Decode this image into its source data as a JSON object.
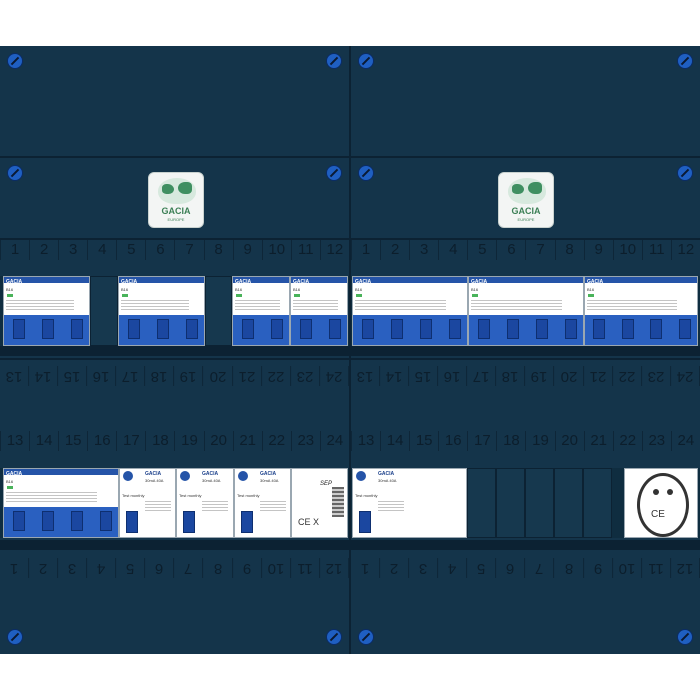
{
  "logo": {
    "brand": "GACIA",
    "sub": "EUROPE"
  },
  "numbers": {
    "left_top": [
      "1",
      "2",
      "3",
      "4",
      "5",
      "6",
      "7",
      "8",
      "9",
      "10",
      "11",
      "12"
    ],
    "right_top": [
      "1",
      "2",
      "3",
      "4",
      "5",
      "6",
      "7",
      "8",
      "9",
      "10",
      "11",
      "12"
    ],
    "left_mid_flip": [
      "13",
      "14",
      "15",
      "16",
      "17",
      "18",
      "19",
      "20",
      "21",
      "22",
      "23",
      "24"
    ],
    "right_mid_flip": [
      "13",
      "14",
      "15",
      "16",
      "17",
      "18",
      "19",
      "20",
      "21",
      "22",
      "23",
      "24"
    ],
    "left_lower": [
      "13",
      "14",
      "15",
      "16",
      "17",
      "18",
      "19",
      "20",
      "21",
      "22",
      "23",
      "24"
    ],
    "right_lower": [
      "13",
      "14",
      "15",
      "16",
      "17",
      "18",
      "19",
      "20",
      "21",
      "22",
      "23",
      "24"
    ],
    "left_bottom_flip": [
      "1",
      "2",
      "3",
      "4",
      "5",
      "6",
      "7",
      "8",
      "9",
      "10",
      "11",
      "12"
    ],
    "right_bottom_flip": [
      "1",
      "2",
      "3",
      "4",
      "5",
      "6",
      "7",
      "8",
      "9",
      "10",
      "11",
      "12"
    ]
  },
  "devices": {
    "mcb_label": "GACIA",
    "mcb_rating": "B16",
    "rcd_label": "GACIA",
    "rcd_rating": "40A",
    "rcd_sens": "30mA",
    "test_label": "Test monthly",
    "sep_label": "SEP"
  },
  "socket": {
    "ce": "CE"
  },
  "sep": {
    "ce": "CE X"
  }
}
